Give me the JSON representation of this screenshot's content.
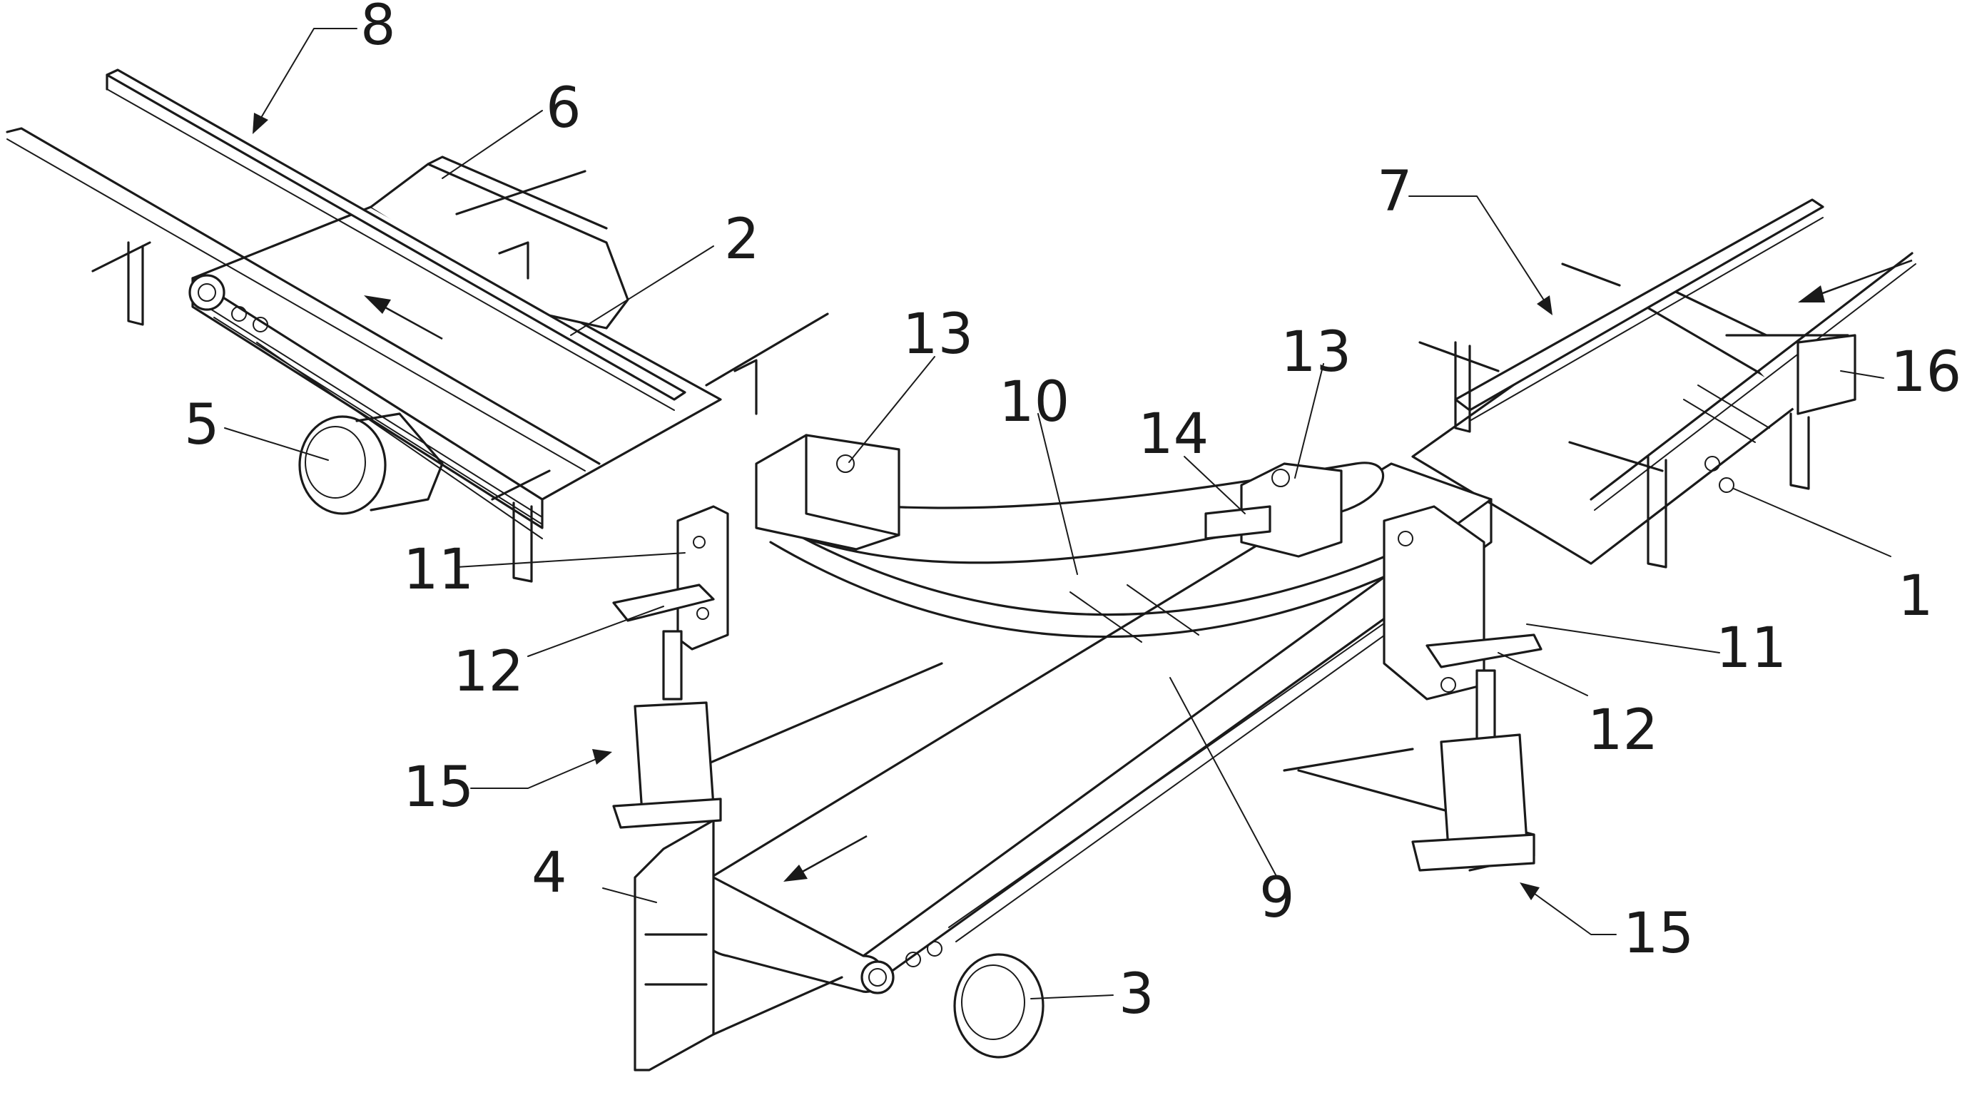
{
  "figure": {
    "labels": [
      {
        "id": "1",
        "text": "1"
      },
      {
        "id": "2",
        "text": "2"
      },
      {
        "id": "3",
        "text": "3"
      },
      {
        "id": "4",
        "text": "4"
      },
      {
        "id": "5",
        "text": "5"
      },
      {
        "id": "6",
        "text": "6"
      },
      {
        "id": "7",
        "text": "7"
      },
      {
        "id": "8",
        "text": "8"
      },
      {
        "id": "9",
        "text": "9"
      },
      {
        "id": "10",
        "text": "10"
      },
      {
        "id": "11a",
        "text": "11"
      },
      {
        "id": "11b",
        "text": "11"
      },
      {
        "id": "12a",
        "text": "12"
      },
      {
        "id": "12b",
        "text": "12"
      },
      {
        "id": "13a",
        "text": "13"
      },
      {
        "id": "13b",
        "text": "13"
      },
      {
        "id": "14",
        "text": "14"
      },
      {
        "id": "15a",
        "text": "15"
      },
      {
        "id": "15b",
        "text": "15"
      },
      {
        "id": "16",
        "text": "16"
      }
    ],
    "line_color": "#1a1a1a",
    "background": "#ffffff"
  }
}
